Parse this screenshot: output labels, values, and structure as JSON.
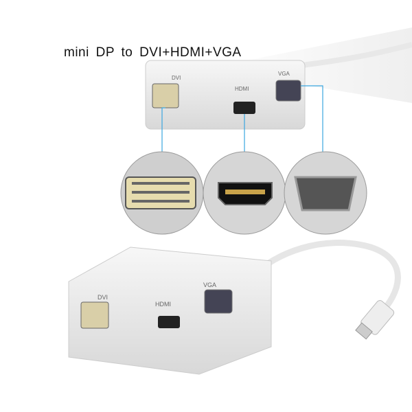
{
  "title": "mini DP to DVI+HDMI+VGA",
  "ports": {
    "dvi": "DVI",
    "hdmi": "HDMI",
    "vga": "VGA"
  },
  "colors": {
    "callout_line": "#3aa6e0",
    "body": "#ececec",
    "port_dark": "#222222"
  }
}
